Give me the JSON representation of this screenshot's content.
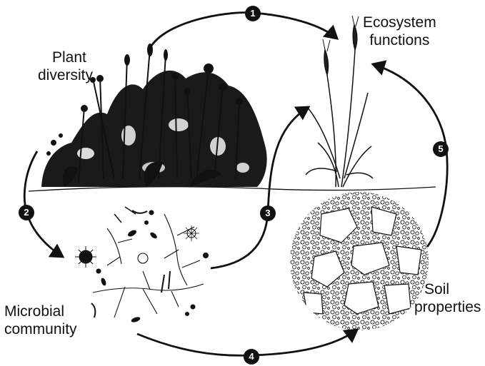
{
  "labels": {
    "plant_diversity": [
      "Plant",
      "diversity"
    ],
    "ecosystem_functions": [
      "Ecosystem",
      "functions"
    ],
    "microbial_community": [
      "Microbial",
      "community"
    ],
    "soil_properties": [
      "Soil",
      "properties"
    ]
  },
  "arrows": [
    "1",
    "2",
    "3",
    "4",
    "5"
  ],
  "colors": {
    "ink": "#111111",
    "background": "#ffffff"
  }
}
